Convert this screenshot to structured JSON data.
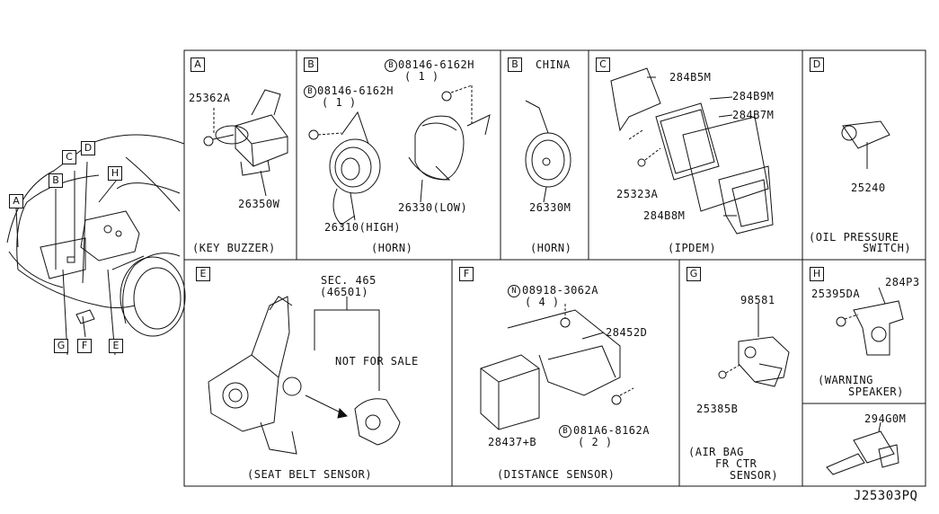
{
  "diagram": {
    "id": "J25303PQ",
    "locator_tags": [
      "A",
      "B",
      "C",
      "D",
      "H",
      "G",
      "F",
      "E"
    ],
    "panels": {
      "A": {
        "letter": "A",
        "parts": [
          "25362A",
          "26350W"
        ],
        "caption": "(KEY BUZZER)"
      },
      "B": {
        "letter": "B",
        "bolt_ref": "08146-6162H",
        "bolt_qty": "( 1 )",
        "bolt_ref2": "08146-6162H",
        "bolt_qty2": "( 1 )",
        "parts": [
          "26310(HIGH)",
          "26330(LOW)"
        ],
        "caption": "(HORN)"
      },
      "B2": {
        "letter": "B",
        "note": "CHINA",
        "parts": [
          "26330M"
        ],
        "caption": "(HORN)"
      },
      "C": {
        "letter": "C",
        "parts": [
          "284B5M",
          "284B9M",
          "284B7M",
          "25323A",
          "284B8M"
        ],
        "caption": "(IPDEM)"
      },
      "D": {
        "letter": "D",
        "parts": [
          "25240"
        ],
        "caption_l1": "(OIL PRESSURE",
        "caption_l2": "SWITCH)"
      },
      "E": {
        "letter": "E",
        "sec": "SEC. 465",
        "sec_sub": "(46501)",
        "note": "NOT FOR SALE",
        "caption": "(SEAT BELT SENSOR)"
      },
      "F": {
        "letter": "F",
        "nut_ref": "08918-3062A",
        "nut_qty": "( 4 )",
        "parts": [
          "28452D",
          "28437+B"
        ],
        "bolt_ref": "081A6-8162A",
        "bolt_qty": "( 2 )",
        "caption": "(DISTANCE SENSOR)"
      },
      "G": {
        "letter": "G",
        "parts": [
          "98581",
          "25385B"
        ],
        "caption_l1": "(AIR BAG",
        "caption_l2": "FR CTR",
        "caption_l3": "SENSOR)"
      },
      "H": {
        "letter": "H",
        "parts": [
          "284P3",
          "25395DA"
        ],
        "caption_l1": "(WARNING",
        "caption_l2": "SPEAKER)"
      },
      "extra": {
        "parts": [
          "294G0M"
        ]
      }
    },
    "circle_marks": {
      "bolt": "B",
      "nut": "N"
    }
  }
}
